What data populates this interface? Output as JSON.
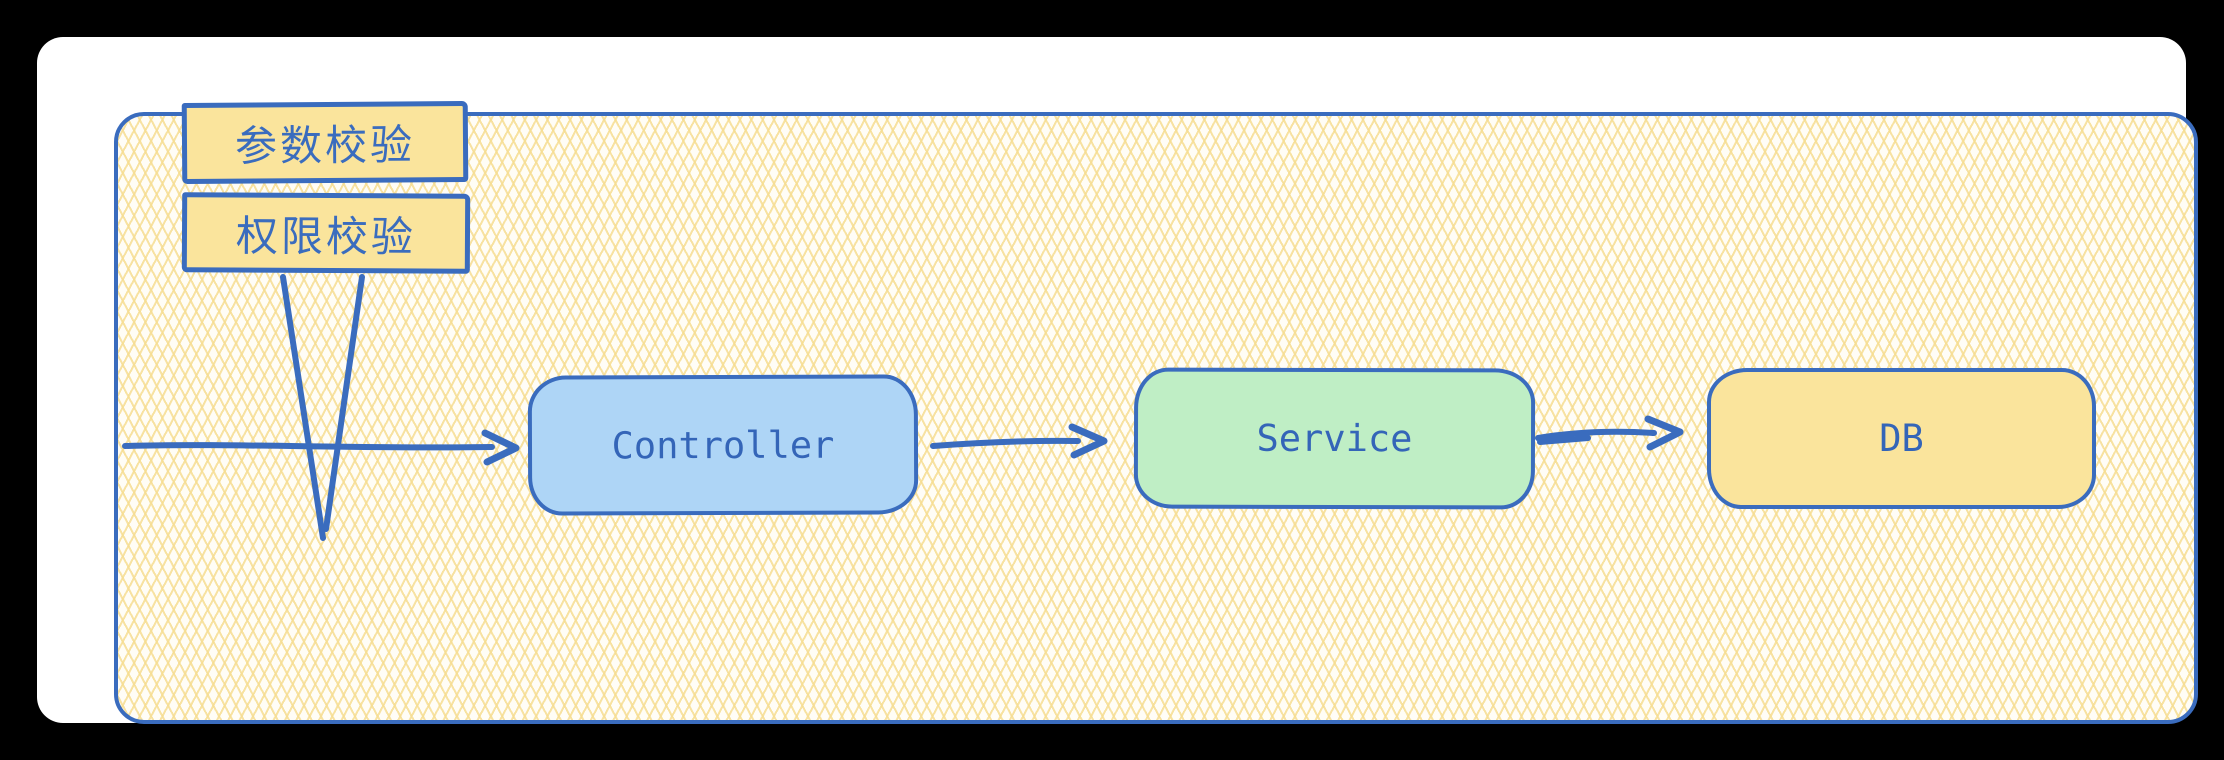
{
  "diagram": {
    "validation": {
      "boxes": [
        {
          "label": "参数校验"
        },
        {
          "label": "权限校验"
        }
      ],
      "fill": "#fae49c",
      "stroke": "#3a6cbe"
    },
    "flow": {
      "nodes": [
        {
          "id": "controller",
          "label": "Controller",
          "fill": "#aed5f6"
        },
        {
          "id": "service",
          "label": "Service",
          "fill": "#bfeec5"
        },
        {
          "id": "db",
          "label": "DB",
          "fill": "#fae49c"
        }
      ],
      "arrow_color": "#3a6cbe"
    },
    "colors": {
      "page_background": "#000000",
      "card_background": "#ffffff",
      "panel_border": "#3a6cbe",
      "panel_background": "#fffdf6",
      "hatch_yellow": "#f6dd92",
      "text_blue": "#3a6cbe"
    }
  }
}
